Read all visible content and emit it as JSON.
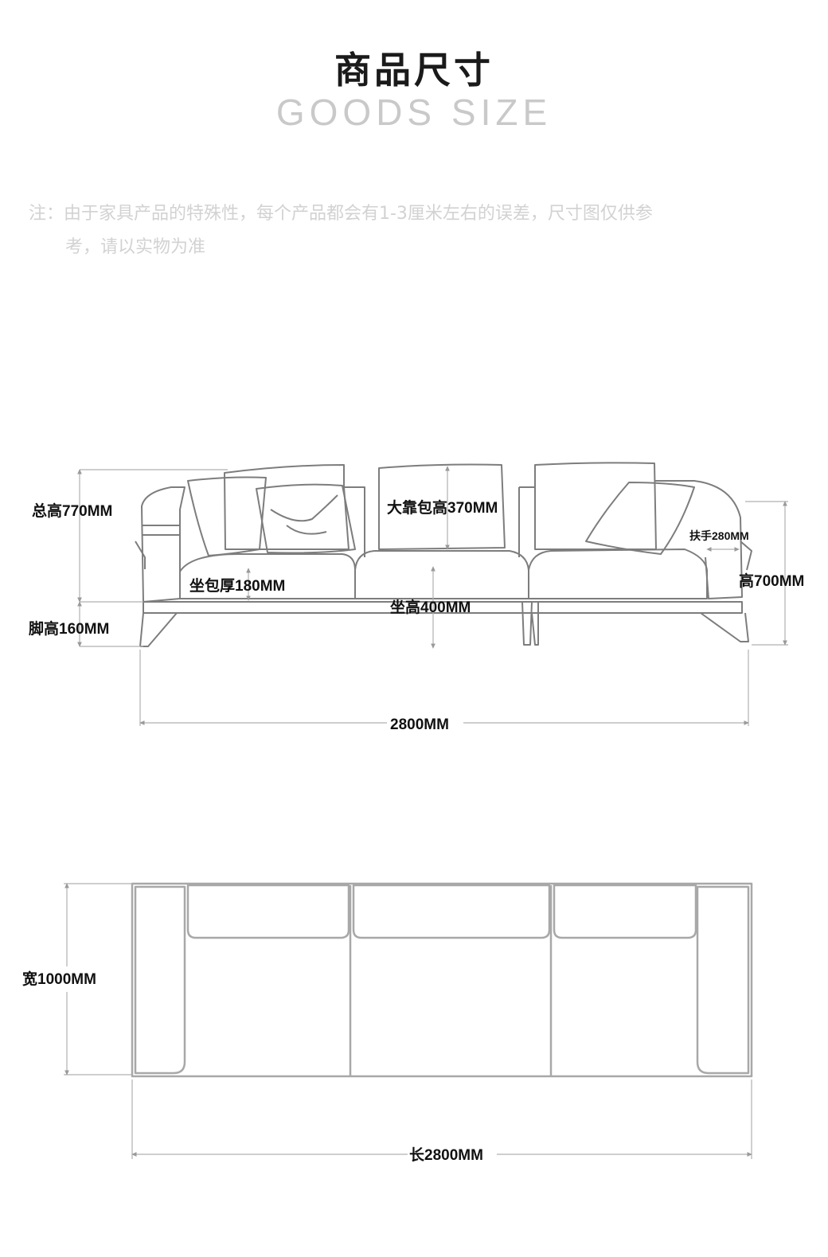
{
  "header": {
    "title_cn": "商品尺寸",
    "title_en": "GOODS SIZE"
  },
  "note": {
    "line1": "注：由于家具产品的特殊性，每个产品都会有1-3厘米左右的误差，尺寸图仅供参",
    "line2": "考，请以实物为准"
  },
  "front_view": {
    "total_height": "总高770MM",
    "leg_height": "脚高160MM",
    "back_cushion_height": "大靠包高370MM",
    "seat_cushion_thickness": "坐包厚180MM",
    "seat_height": "坐高400MM",
    "armrest_width": "扶手280MM",
    "armrest_height": "高700MM",
    "overall_length": "2800MM"
  },
  "top_view": {
    "width": "宽1000MM",
    "length": "长2800MM"
  },
  "colors": {
    "line": "#8a8a8a",
    "dim_line": "#b0b0b0",
    "text": "#111111",
    "muted": "#d2d2d2"
  }
}
